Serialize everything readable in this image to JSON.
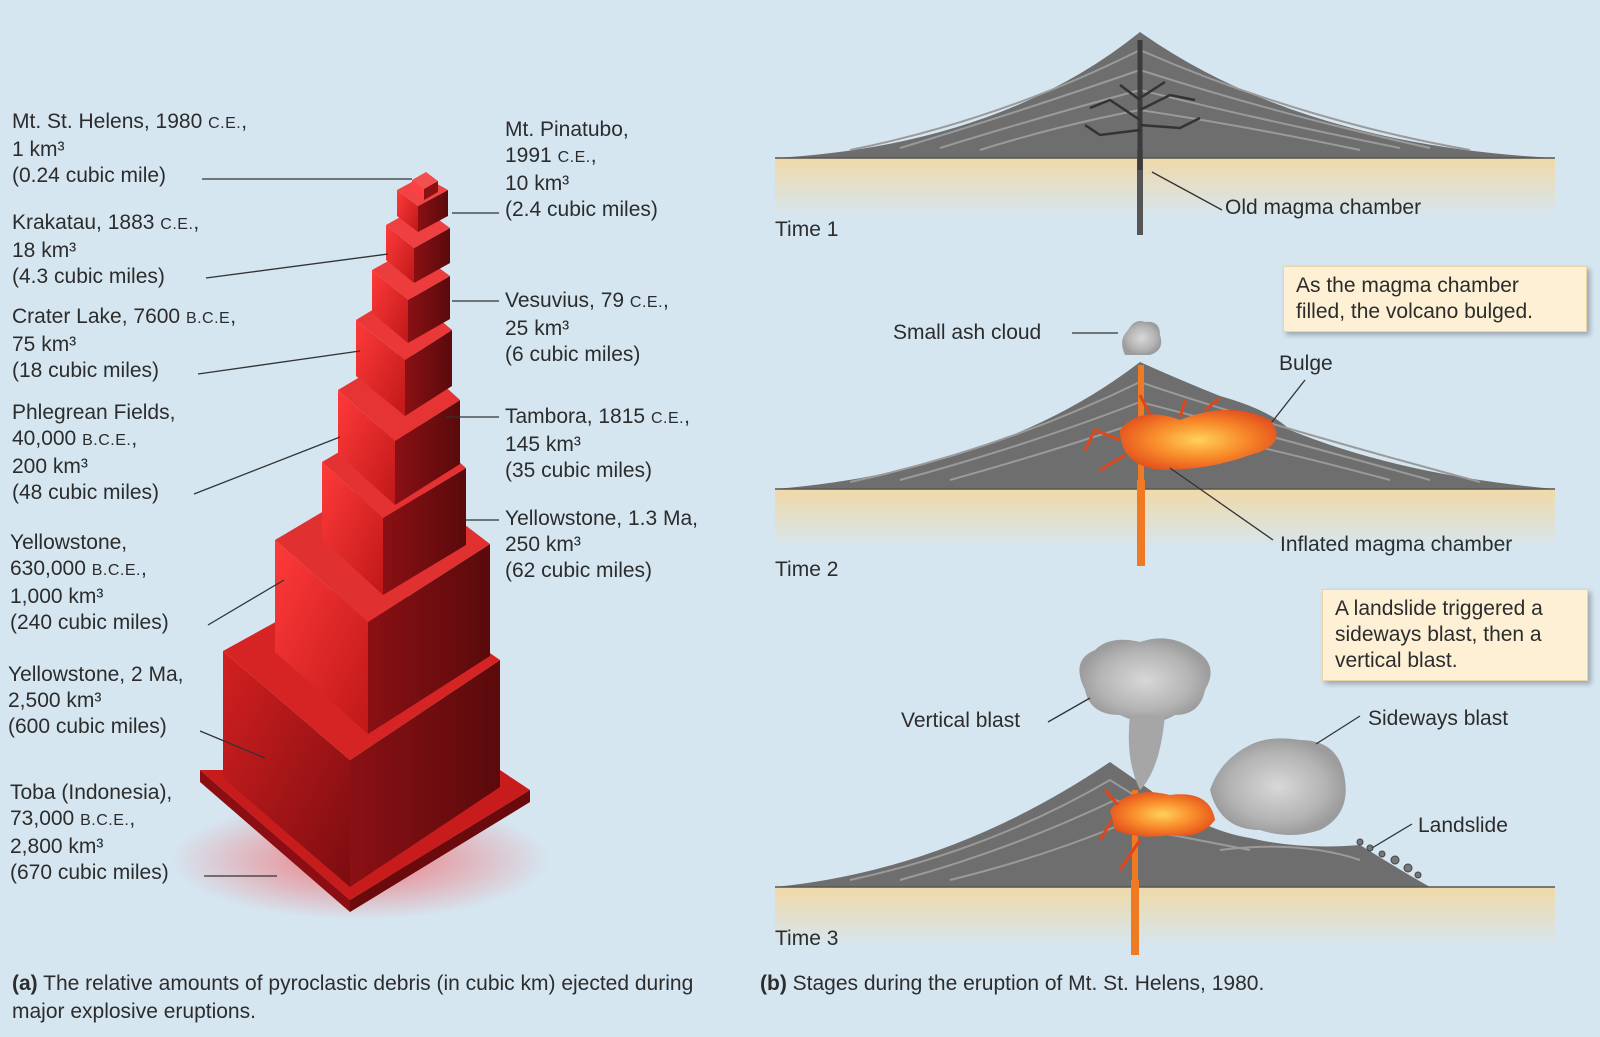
{
  "panel_a": {
    "eruptions": [
      {
        "lines": [
          "Mt. St. Helens, 1980 C.E.,",
          "1 km³",
          " (0.24 cubic mile)"
        ]
      },
      {
        "lines": [
          "Krakatau, 1883 C.E.,",
          "18 km³",
          "(4.3 cubic miles)"
        ]
      },
      {
        "lines": [
          "Crater Lake, 7600 B.C.E,",
          "75 km³",
          "(18 cubic miles)"
        ]
      },
      {
        "lines": [
          "Phlegrean Fields,",
          "40,000 B.C.E.,",
          "200 km³",
          "(48 cubic miles)"
        ]
      },
      {
        "lines": [
          "Yellowstone,",
          "630,000 B.C.E.,",
          "1,000 km³",
          "(240 cubic miles)"
        ]
      },
      {
        "lines": [
          "Yellowstone, 2 Ma,",
          "2,500 km³",
          "(600 cubic miles)"
        ]
      },
      {
        "lines": [
          "Toba (Indonesia),",
          "73,000 B.C.E.,",
          "2,800 km³",
          "(670 cubic miles)"
        ]
      },
      {
        "lines": [
          "Mt. Pinatubo,",
          "1991 C.E.,",
          "10 km³",
          "(2.4 cubic miles)"
        ]
      },
      {
        "lines": [
          "Vesuvius, 79 C.E.,",
          "25 km³",
          "(6 cubic miles)"
        ]
      },
      {
        "lines": [
          "Tambora, 1815 C.E.,",
          "145 km³",
          "(35 cubic miles)"
        ]
      },
      {
        "lines": [
          "Yellowstone, 1.3 Ma,",
          "250 km³",
          "(62 cubic miles)"
        ]
      }
    ],
    "caption_tag": "(a)",
    "caption_text": " The relative amounts of pyroclastic debris (in cubic km) ejected during major explosive eruptions."
  },
  "panel_b": {
    "time1": "Time 1",
    "time2": "Time 2",
    "time3": "Time 3",
    "old_chamber": "Old magma chamber",
    "small_ash": "Small ash cloud",
    "bulge": "Bulge",
    "inflated": "Inflated magma chamber",
    "vertical_blast": "Vertical blast",
    "sideways_blast": "Sideways blast",
    "landslide": "Landslide",
    "note1": [
      "As the magma chamber",
      "filled, the volcano bulged."
    ],
    "note2": [
      "A landslide triggered a",
      "sideways blast, then a",
      "vertical blast."
    ],
    "caption_tag": "(b)",
    "caption_text": " Stages during the eruption of Mt. St. Helens, 1980."
  },
  "colors": {
    "background": "#d5e6f1",
    "volcano": "#6e6e6e",
    "ground": "#f0d9a8",
    "magma": "#f07a24",
    "block": "#c41a1e",
    "note": "#fdf0d4"
  }
}
